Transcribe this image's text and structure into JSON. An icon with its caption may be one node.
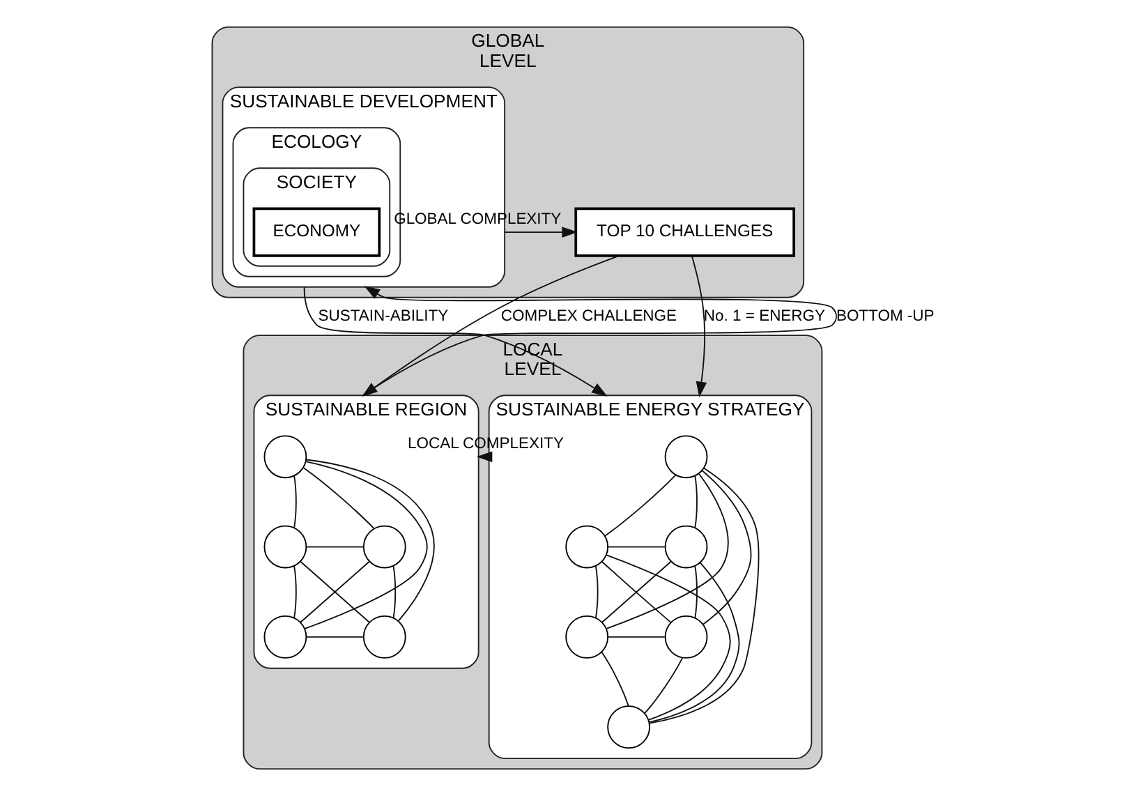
{
  "diagram": {
    "nodes": [
      {
        "text": [
          "GLOBAL",
          "LEVEL"
        ]
      },
      {
        "text": [
          "SUSTAINABLE DEVELOPMENT"
        ],
        "in": 0
      },
      {
        "text": [
          "ECOLOGY"
        ],
        "in": 1
      },
      {
        "text": [
          "SOCIETY"
        ],
        "in": 2
      },
      {
        "text": [
          "ECONOMY"
        ],
        "in": 3
      },
      {
        "text": [
          "TOP 10 CHALLENGES"
        ],
        "in": 0
      },
      {
        "text": [
          "LOCAL",
          "LEVEL"
        ]
      },
      {
        "text": [
          "SUSTAINABLE REGION"
        ],
        "in": 6
      },
      {
        "text": [],
        "shape": "circle",
        "in": 7
      },
      {
        "text": [],
        "shape": "circle",
        "in": 7
      },
      {
        "text": [],
        "shape": "circle",
        "in": 7
      },
      {
        "text": [],
        "shape": "circle",
        "in": 7
      },
      {
        "text": [],
        "shape": "circle",
        "in": 7
      },
      {
        "text": [
          "SUSTAINABLE ENERGY STRATEGY"
        ],
        "in": 6
      },
      {
        "text": [],
        "shape": "circle",
        "in": 13
      },
      {
        "text": [],
        "shape": "circle",
        "in": 13
      },
      {
        "text": [],
        "shape": "circle",
        "in": 13
      },
      {
        "text": [],
        "shape": "circle",
        "in": 13
      },
      {
        "text": [],
        "shape": "circle",
        "in": 13
      },
      {
        "text": [],
        "shape": "circle",
        "in": 13
      }
    ],
    "edges": [
      {
        "from": 1,
        "to": 5,
        "label": "GLOBAL COMPLEXITY",
        "arrow": "to"
      },
      {
        "from": 1,
        "to": 13,
        "label": "SUSTAIN-ABILITY",
        "arrow": "to"
      },
      {
        "from": 5,
        "to": 7,
        "label": "COMPLEX CHALLENGE",
        "arrow": "to"
      },
      {
        "from": 5,
        "to": 13,
        "label": "No. 1 = ENERGY",
        "arrow": "to"
      },
      {
        "from": 7,
        "to": 1,
        "label": "BOTTOM -UP",
        "arrow": "to"
      },
      {
        "from": 13,
        "to": 7,
        "label": "LOCAL COMPLEXITY",
        "arrow": "to"
      },
      {
        "from": 8,
        "to": 9,
        "arrow": "none"
      },
      {
        "from": 8,
        "to": 10,
        "arrow": "none"
      },
      {
        "from": 8,
        "to": 11,
        "arrow": "none"
      },
      {
        "from": 8,
        "to": 12,
        "arrow": "none"
      },
      {
        "from": 9,
        "to": 10,
        "arrow": "none"
      },
      {
        "from": 9,
        "to": 11,
        "arrow": "none"
      },
      {
        "from": 9,
        "to": 12,
        "arrow": "none"
      },
      {
        "from": 10,
        "to": 11,
        "arrow": "none"
      },
      {
        "from": 10,
        "to": 12,
        "arrow": "none"
      },
      {
        "from": 11,
        "to": 12,
        "arrow": "none"
      },
      {
        "from": 14,
        "to": 15,
        "arrow": "none"
      },
      {
        "from": 14,
        "to": 16,
        "arrow": "none"
      },
      {
        "from": 14,
        "to": 17,
        "arrow": "none"
      },
      {
        "from": 14,
        "to": 18,
        "arrow": "none"
      },
      {
        "from": 14,
        "to": 19,
        "arrow": "none"
      },
      {
        "from": 15,
        "to": 16,
        "arrow": "none"
      },
      {
        "from": 15,
        "to": 17,
        "arrow": "none"
      },
      {
        "from": 15,
        "to": 18,
        "arrow": "none"
      },
      {
        "from": 15,
        "to": 19,
        "arrow": "none"
      },
      {
        "from": 16,
        "to": 17,
        "arrow": "none"
      },
      {
        "from": 16,
        "to": 18,
        "arrow": "none"
      },
      {
        "from": 16,
        "to": 19,
        "arrow": "none"
      },
      {
        "from": 17,
        "to": 18,
        "arrow": "none"
      },
      {
        "from": 17,
        "to": 19,
        "arrow": "none"
      },
      {
        "from": 18,
        "to": 19,
        "arrow": "none"
      }
    ]
  }
}
